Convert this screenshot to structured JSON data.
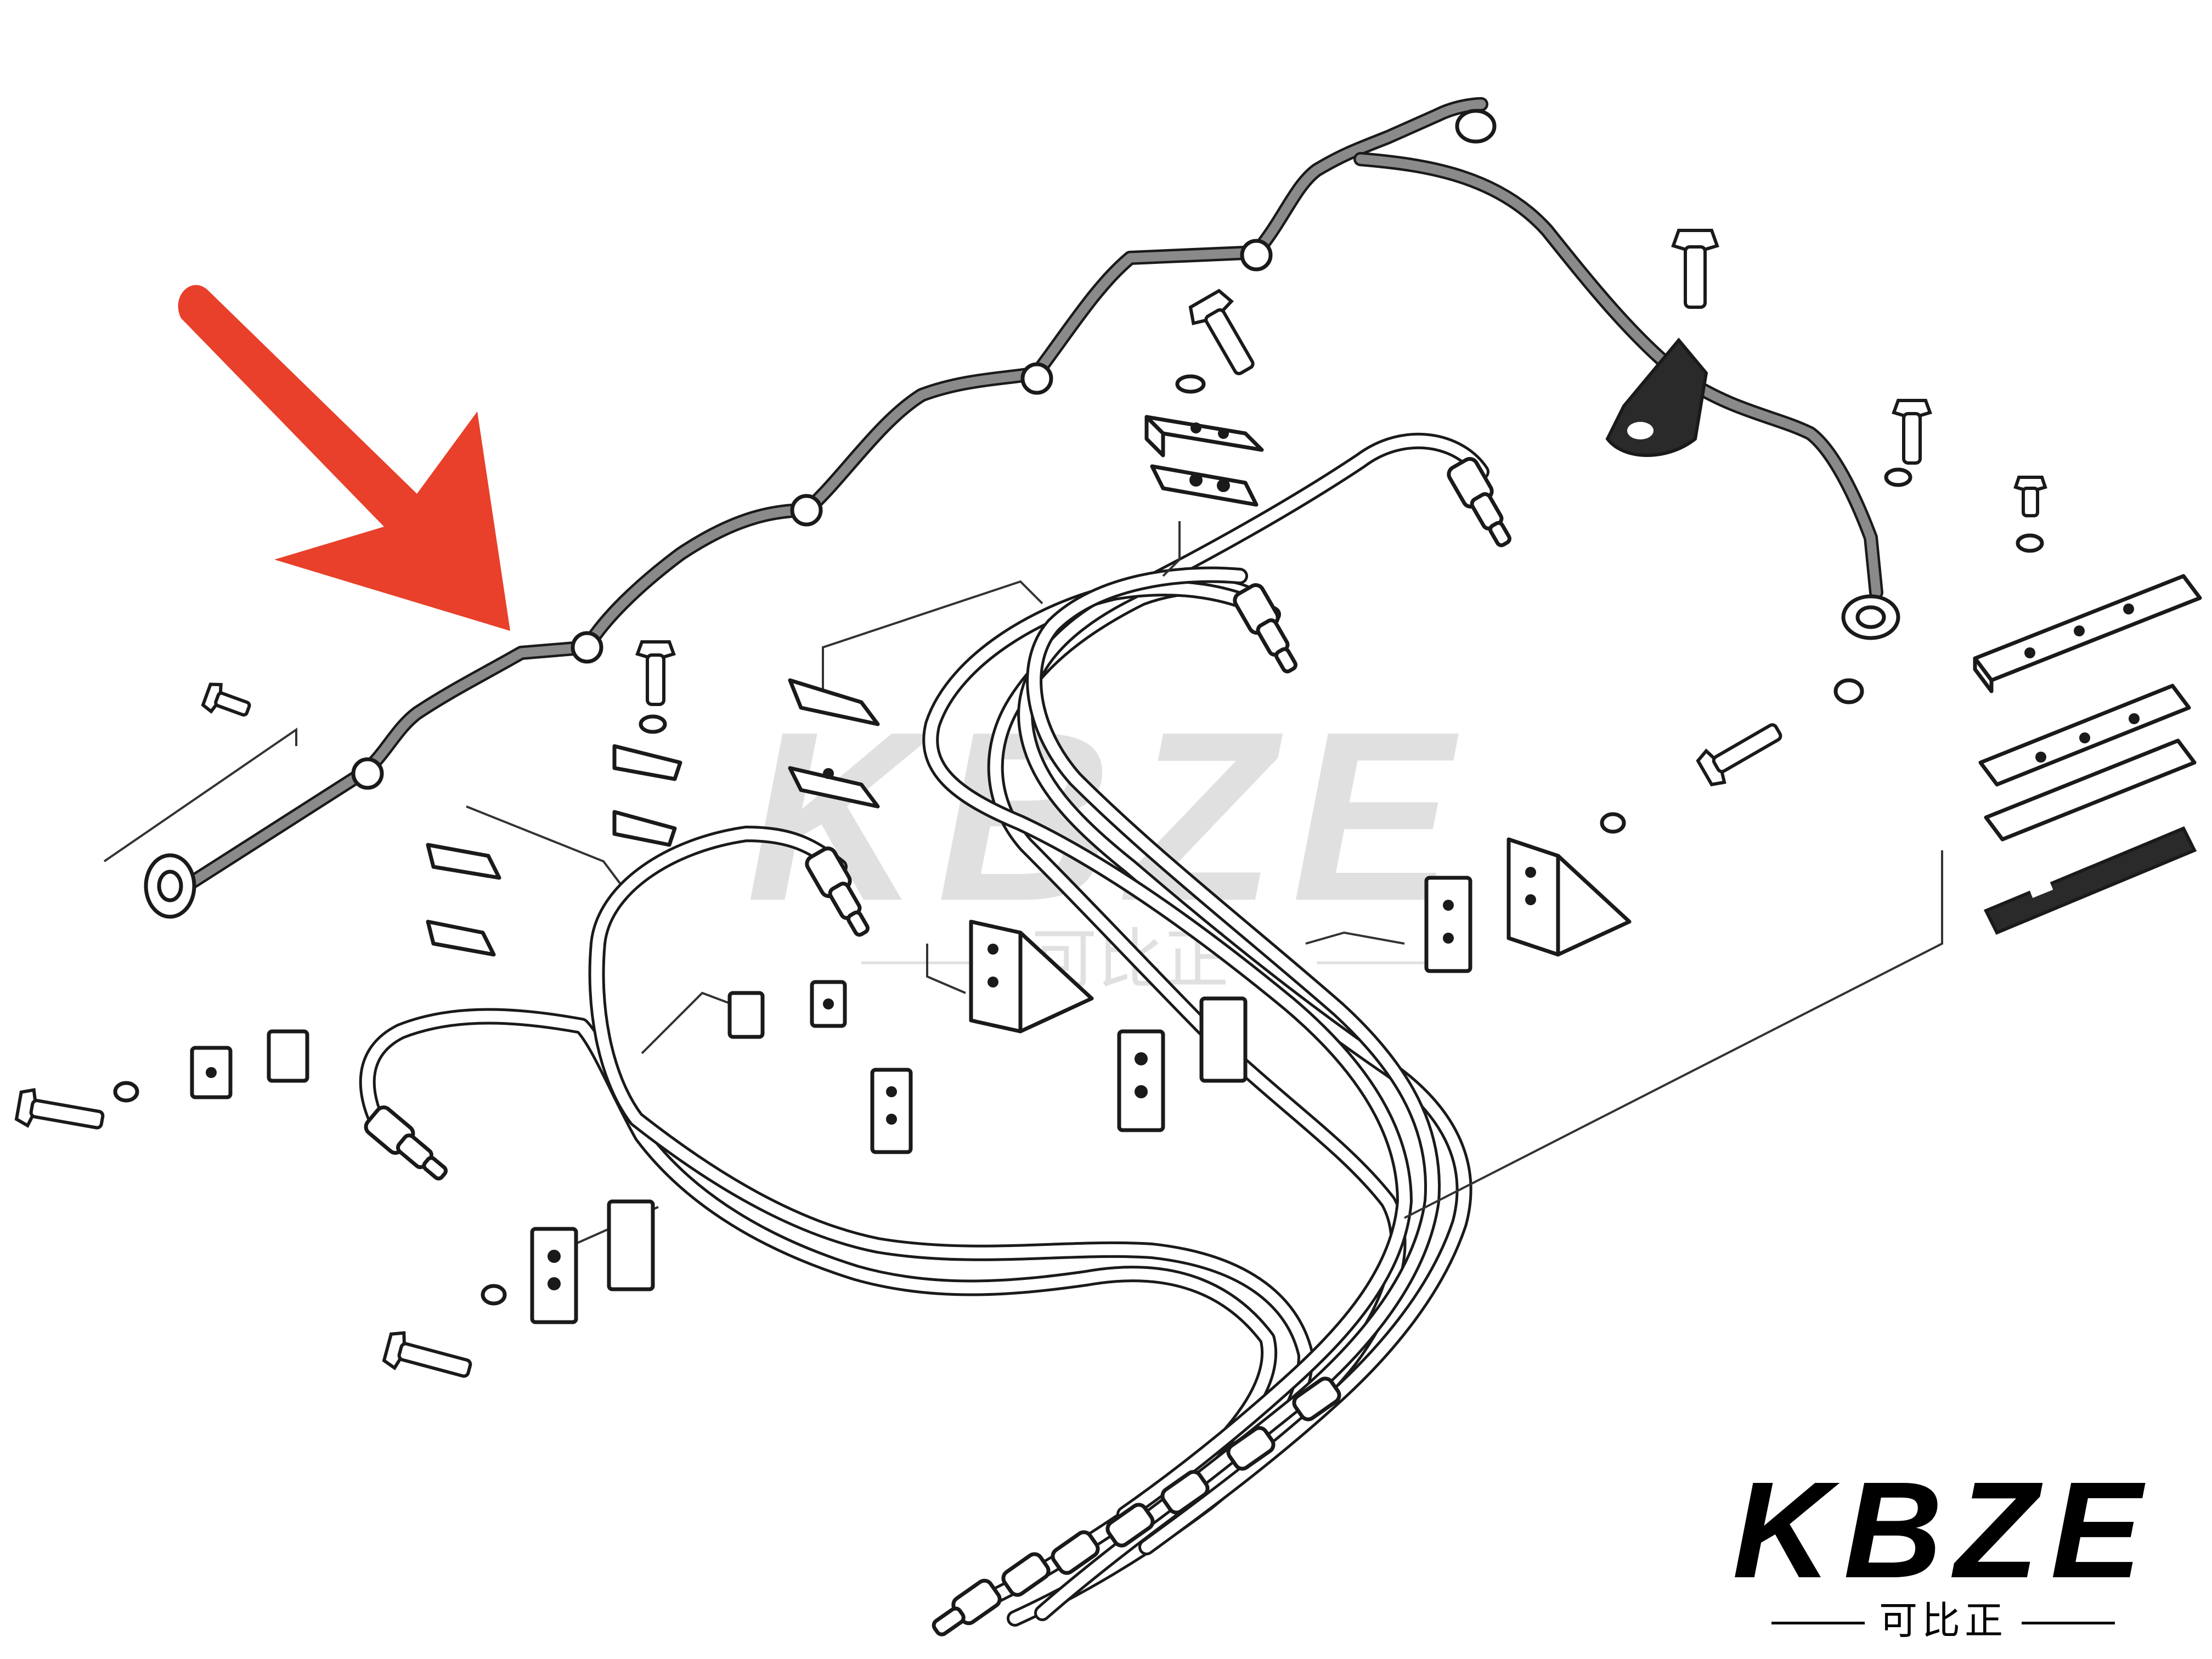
{
  "watermark": {
    "main": "KBZE",
    "sub": "可比正"
  },
  "logo": {
    "main": "KBZE",
    "sub": "可比正"
  },
  "colors": {
    "arrow": "#e8402a",
    "line": "#1a1a1a",
    "return_pipe_fill": "#8a8a8a",
    "watermark": "#c8c8c8",
    "background": "#ffffff"
  },
  "icons": [
    "red-arrow-indicator",
    "bolt-icon",
    "washer-icon",
    "pipe-clamp-icon",
    "bracket-icon"
  ]
}
